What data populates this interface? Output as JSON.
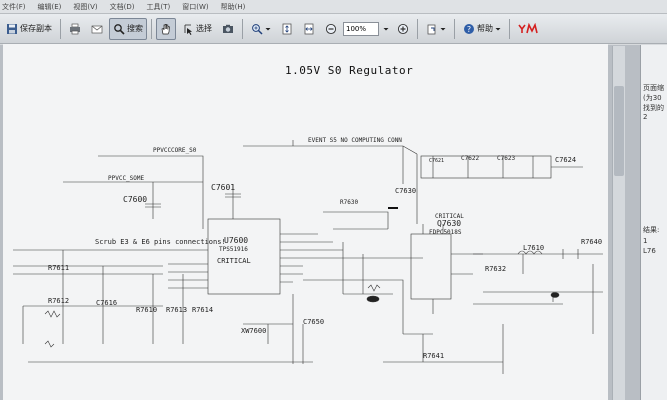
{
  "menu": [
    "文件(F)",
    "编辑(E)",
    "视图(V)",
    "文档(D)",
    "工具(T)",
    "窗口(W)",
    "帮助(H)"
  ],
  "toolbar": {
    "save_copy": "保存副本",
    "search": "搜索",
    "select": "选择",
    "zoom": "100%",
    "help": "帮助"
  },
  "document": {
    "title": "1.05V S0 Regulator",
    "net_top": "EVENT S5 NO COMPUTING CONN",
    "net_scrub": "Scrub E3 & E6 pins connections!",
    "net_3": "PPVCCCORE_S0",
    "net_4": "PPVCC_SOME",
    "components": {
      "u7600": "U7600",
      "u7600_part": "TPS51916",
      "u7600_critical": "CRITICAL",
      "c7601": "C7601",
      "c7600": "C7600",
      "c7630": "C7630",
      "r7630": "R7630",
      "q7630": "Q7630",
      "q7630_part": "FDPC5018S",
      "critical": "CRITICAL",
      "c7621": "C7621",
      "c7622": "C7622",
      "c7623": "C7623",
      "c7624": "C7624",
      "l7610": "L7610",
      "r7640": "R7640",
      "r7632": "R7632",
      "r7611": "R7611",
      "r7612": "R7612",
      "c7616": "C7616",
      "r7610": "R7610",
      "r7613": "R7613",
      "r7614": "R7614",
      "c7650": "C7650",
      "xw7600": "XW7600",
      "r7641": "R7641"
    }
  },
  "right_panel": {
    "line1": "页面缩",
    "line2": "(为30",
    "line3": "找到的",
    "line4": "2",
    "results": "结果:",
    "r1": "1",
    "r2": "L76"
  }
}
